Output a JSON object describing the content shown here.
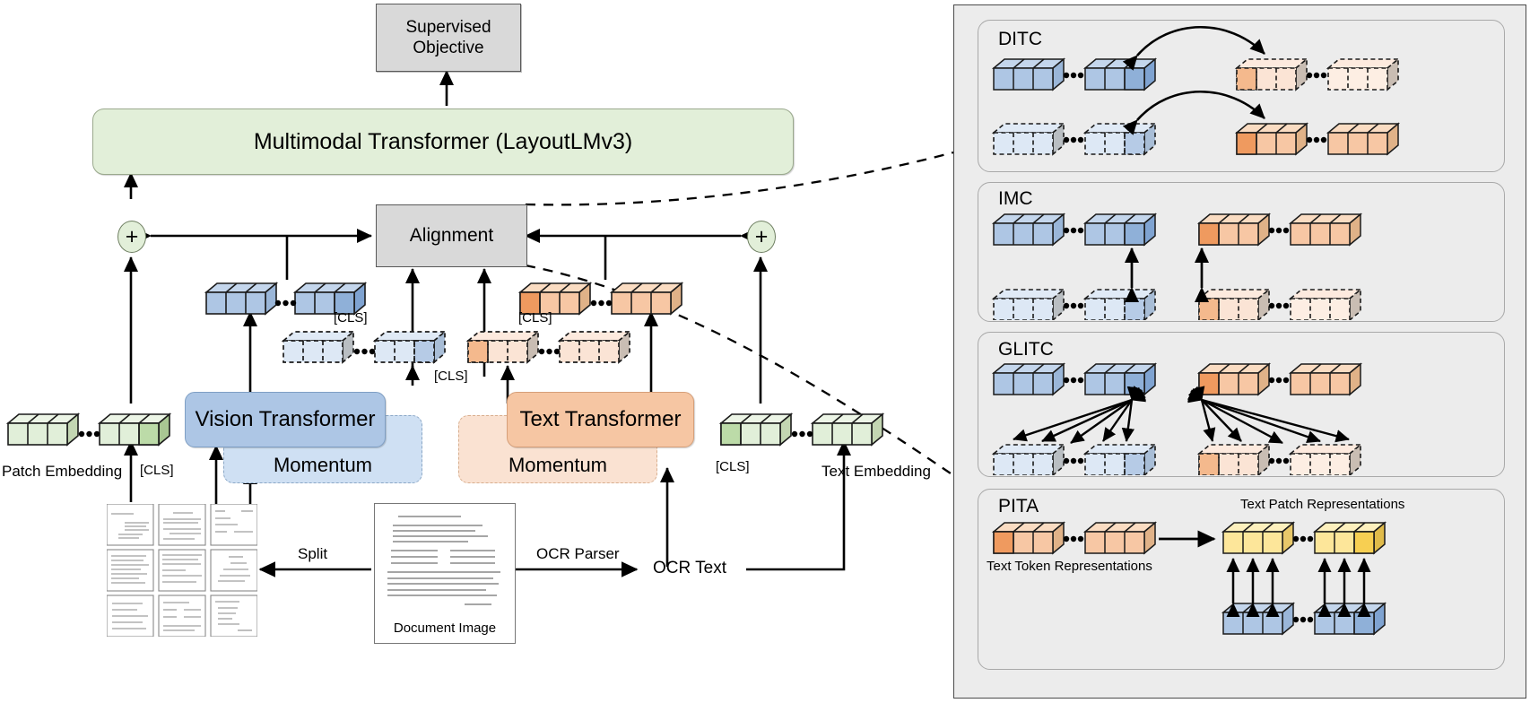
{
  "figure": {
    "type": "architecture-diagram",
    "title": "Document multimodal pre-training framework"
  },
  "main": {
    "supervised_objective": "Supervised\nObjective",
    "supervised_objective_line1": "Supervised",
    "supervised_objective_line2": "Objective",
    "multimodal_transformer": "Multimodal Transformer (LayoutLMv3)",
    "alignment": "Alignment",
    "vision_transformer": "Vision Transformer",
    "text_transformer": "Text Transformer",
    "momentum_vision": "Momentum",
    "momentum_text": "Momentum",
    "patch_embedding": "Patch Embedding",
    "text_embedding": "Text Embedding",
    "cls_left": "[CLS]",
    "cls_vision": "[CLS]",
    "cls_vision_momentum": "[CLS]",
    "cls_text": "[CLS]",
    "cls_right": "[CLS]",
    "document_image": "Document Image",
    "split": "Split",
    "ocr_parser": "OCR Parser",
    "ocr_text": "OCR Text",
    "plus_left": "+",
    "plus_right": "+"
  },
  "objectives": {
    "ditc": {
      "title": "DITC"
    },
    "imc": {
      "title": "IMC"
    },
    "glitc": {
      "title": "GLITC"
    },
    "pita": {
      "title": "PITA",
      "text_token_representations": "Text Token Representations",
      "text_patch_representations": "Text Patch Representations"
    }
  },
  "colors": {
    "vision_blue": "#aec6e4",
    "vision_blue_dark": "#7fa3d1",
    "text_orange": "#f7c7a4",
    "text_orange_dark": "#ef9a5f",
    "patch_green": "#e1efd9",
    "patch_green_dark": "#b7d8a2",
    "patch_yellow": "#fde69a",
    "patch_yellow_dark": "#f7cf52",
    "panel_grey": "#ececec",
    "box_grey": "#d9d9d9",
    "mm_green": "#e2efd9"
  }
}
